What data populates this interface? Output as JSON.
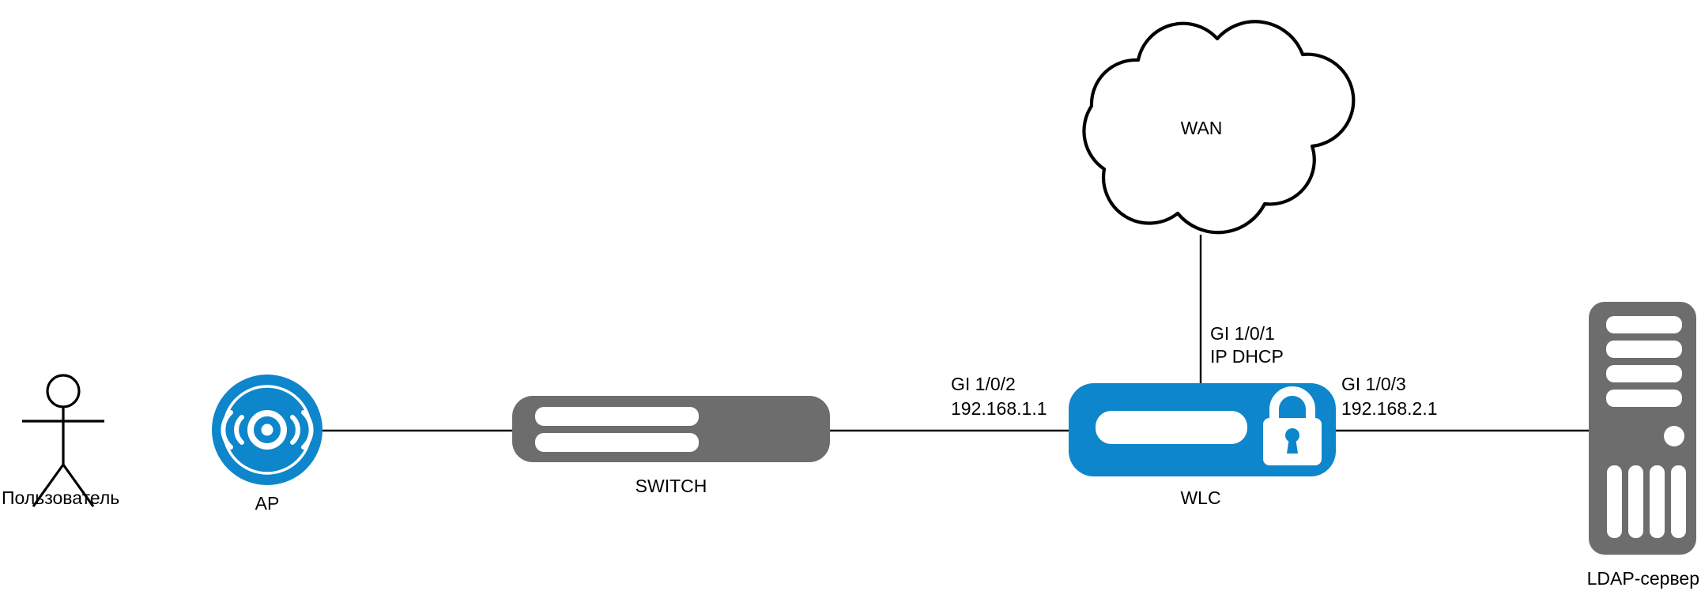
{
  "diagram": {
    "title": "Wireless network topology with WLC and LDAP authentication",
    "background_color": "#ffffff",
    "palette": {
      "accent_blue": "#0d86cc",
      "device_gray": "#6d6d6d",
      "line_black": "#000000",
      "white": "#ffffff"
    },
    "nodes": {
      "user": {
        "label": "Пользователь",
        "icon": "stick-figure-icon",
        "shape": "stick-figure",
        "color": "#000000"
      },
      "ap": {
        "label": "AP",
        "icon": "wireless-access-point-icon",
        "shape": "circle",
        "color": "#0d86cc"
      },
      "switch": {
        "label": "SWITCH",
        "icon": "switch-icon",
        "shape": "rounded-rectangle",
        "color": "#6d6d6d"
      },
      "wlc": {
        "label": "WLC",
        "icon": "wireless-lan-controller-icon",
        "secondary_icon": "lock-icon",
        "shape": "rounded-rectangle",
        "color": "#0d86cc"
      },
      "wan": {
        "label": "WAN",
        "icon": "cloud-icon",
        "shape": "cloud",
        "color": "#ffffff"
      },
      "ldap": {
        "label": "LDAP-сервер",
        "icon": "server-tower-icon",
        "shape": "tower",
        "color": "#6d6d6d"
      }
    },
    "links": [
      {
        "id": "ap-switch",
        "from": "ap",
        "to": "switch",
        "labels": []
      },
      {
        "id": "switch-wlc",
        "from": "switch",
        "to": "wlc",
        "labels": [
          "GI 1/0/2",
          "192.168.1.1"
        ]
      },
      {
        "id": "wlc-wan",
        "from": "wlc",
        "to": "wan",
        "labels": [
          "GI 1/0/1",
          "IP DHCP"
        ]
      },
      {
        "id": "wlc-ldap",
        "from": "wlc",
        "to": "ldap",
        "labels": [
          "GI 1/0/3",
          "192.168.2.1"
        ]
      }
    ],
    "port_labels": {
      "wan_uplink": {
        "interface": "GI 1/0/1",
        "address": "IP DHCP"
      },
      "switch_side": {
        "interface": "GI 1/0/2",
        "address": "192.168.1.1"
      },
      "ldap_side": {
        "interface": "GI 1/0/3",
        "address": "192.168.2.1"
      }
    }
  }
}
